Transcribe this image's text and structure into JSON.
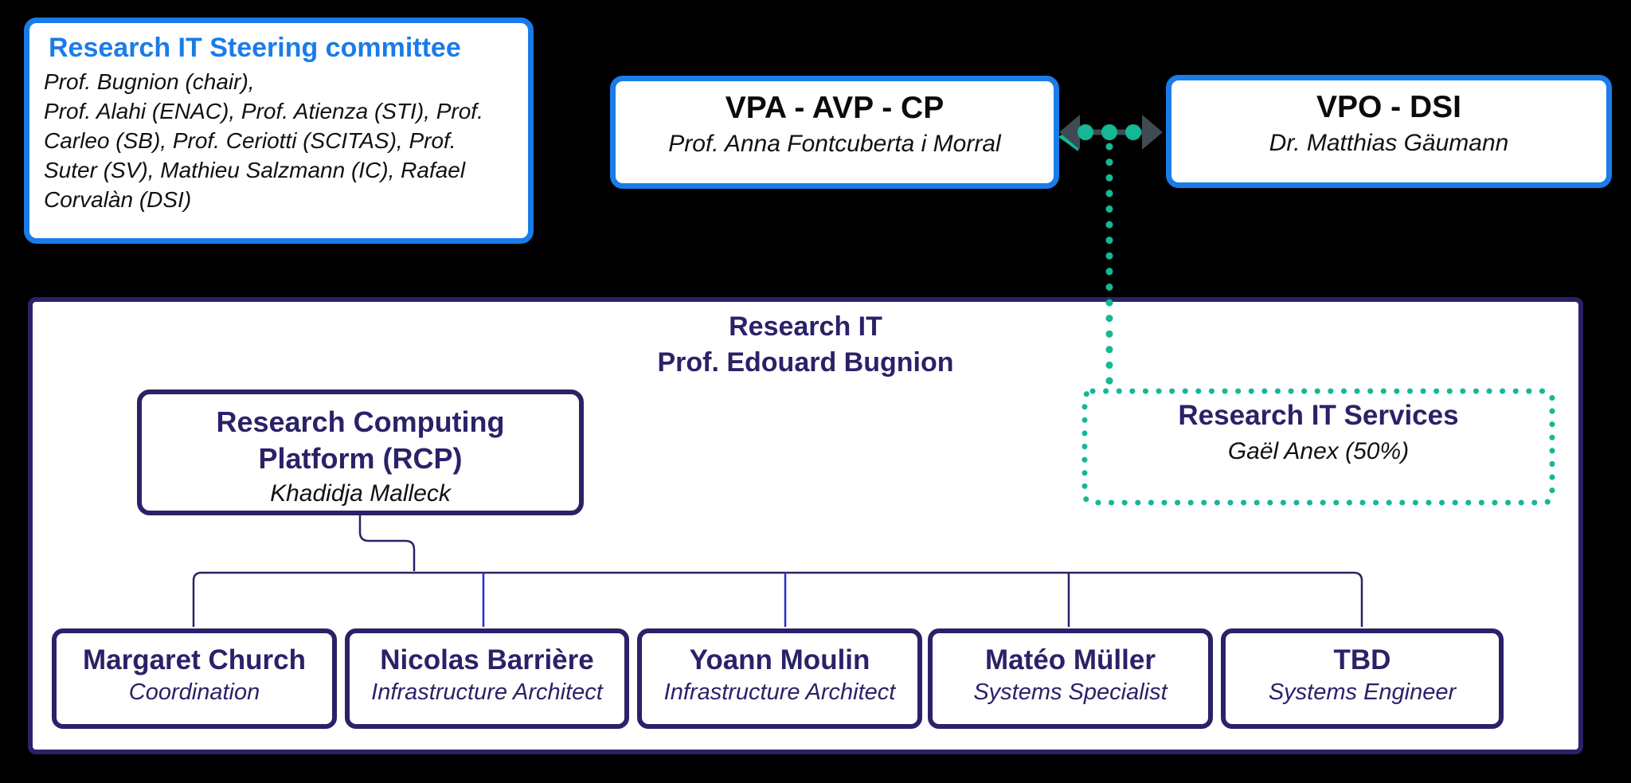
{
  "diagram_title": "Research IT organisation chart",
  "colors": {
    "background": "#000000",
    "accent_blue": "#1a7ce8",
    "navy": "#2a2268",
    "bright_blue_connector": "#2c2cd2",
    "teal": "#15b795",
    "arrow_gray": "#3e4a54",
    "box_background": "#ffffff",
    "body_text": "#111111"
  },
  "steering": {
    "title": "Research IT Steering committee",
    "members": "Prof. Bugnion (chair),\nProf. Alahi (ENAC), Prof. Atienza (STI), Prof.\nCarleo (SB), Prof. Ceriotti (SCITAS),  Prof.\nSuter (SV), Mathieu Salzmann (IC),  Rafael\nCorvalàn (DSI)"
  },
  "vpa": {
    "title": "VPA - AVP - CP",
    "name": "Prof. Anna Fontcuberta i Morral"
  },
  "vpo": {
    "title": "VPO - DSI",
    "name": "Dr. Matthias Gäumann"
  },
  "research_it": {
    "title_line1": "Research IT",
    "title_line2": "Prof. Edouard Bugnion"
  },
  "rcp": {
    "title": "Research Computing\nPlatform (RCP)",
    "name": "Khadidja Malleck"
  },
  "services": {
    "title": "Research IT Services",
    "name": "Gaël Anex (50%)"
  },
  "team": [
    {
      "name": "Margaret Church",
      "role": "Coordination"
    },
    {
      "name": "Nicolas Barrière",
      "role": "Infrastructure Architect"
    },
    {
      "name": "Yoann Moulin",
      "role": "Infrastructure Architect"
    },
    {
      "name": "Matéo Müller",
      "role": "Systems Specialist"
    },
    {
      "name": "TBD",
      "role": "Systems Engineer"
    }
  ]
}
